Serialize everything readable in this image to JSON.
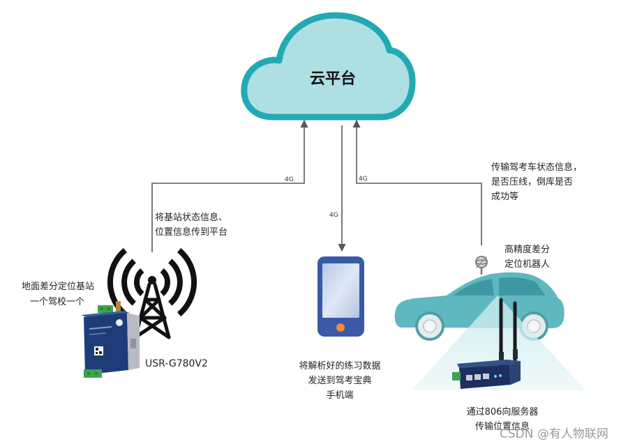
{
  "cloud": {
    "label": "云平台",
    "icon": "cloud-icon"
  },
  "links": {
    "base_to_cloud": "4G",
    "cloud_to_phone": "4G",
    "car_to_cloud": "4G"
  },
  "base_station": {
    "upload_note": [
      "将基站状态信息、",
      "位置信息传到平台"
    ],
    "title": [
      "地面差分定位基站",
      "一个驾校一个"
    ],
    "device_model": "USR-G780V2",
    "tower_icon": "radio-tower-icon",
    "device_icon": "cellular-router-icon"
  },
  "phone": {
    "note": [
      "将解析好的练习数据",
      "发送到驾考宝典",
      "手机端"
    ],
    "icon": "smartphone-icon"
  },
  "car": {
    "note": [
      "传输驾考车状态信息，",
      "是否压线，倒库是否",
      "成功等"
    ],
    "robot_label": [
      "高精度差分",
      "定位机器人"
    ],
    "router_note": [
      "通过806向服务器",
      "传输位置信息"
    ],
    "icon": "car-icon",
    "antenna_icon": "gnss-antenna-icon",
    "router_icon": "industrial-router-icon"
  },
  "watermark": "CSDN @有人物联网",
  "colors": {
    "cloud_fill": "#aee0e3",
    "cloud_stroke": "#22a9b4",
    "car_body": "#5fb8c0",
    "car_window": "#3e98a3",
    "phone_body": "#3a59a6",
    "phone_button": "#f08a3c",
    "device_body": "#1e3d78"
  }
}
